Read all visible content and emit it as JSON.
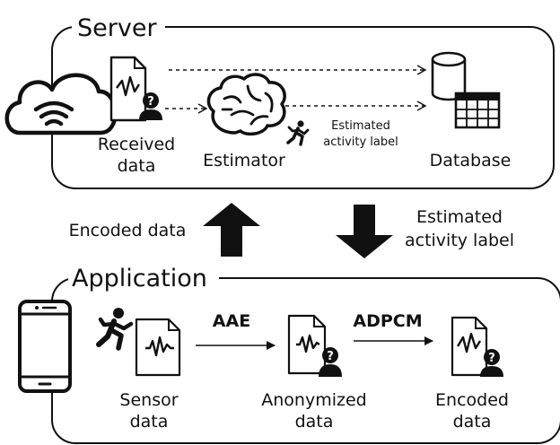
{
  "server": {
    "title": "Server",
    "received_label": [
      "Received",
      "data"
    ],
    "estimator_label": "Estimator",
    "estimated_label": [
      "Estimated",
      "activity label"
    ],
    "database_label": "Database"
  },
  "middle": {
    "encoded_label": "Encoded data",
    "estimated_label": [
      "Estimated",
      "activity label"
    ]
  },
  "application": {
    "title": "Application",
    "sensor_label": [
      "Sensor",
      "data"
    ],
    "aae_label": "AAE",
    "anonymized_label": [
      "Anonymized",
      "data"
    ],
    "adpcm_label": "ADPCM",
    "encoded_label": [
      "Encoded",
      "data"
    ]
  },
  "icons": [
    "cloud-icon",
    "document-question-icon",
    "brain-icon",
    "running-person-icon",
    "database-icon",
    "table-icon",
    "smartphone-icon",
    "document-waveform-icon",
    "arrow-up-icon",
    "arrow-down-icon"
  ],
  "colors": {
    "stroke": "#111111",
    "background": "#ffffff"
  }
}
